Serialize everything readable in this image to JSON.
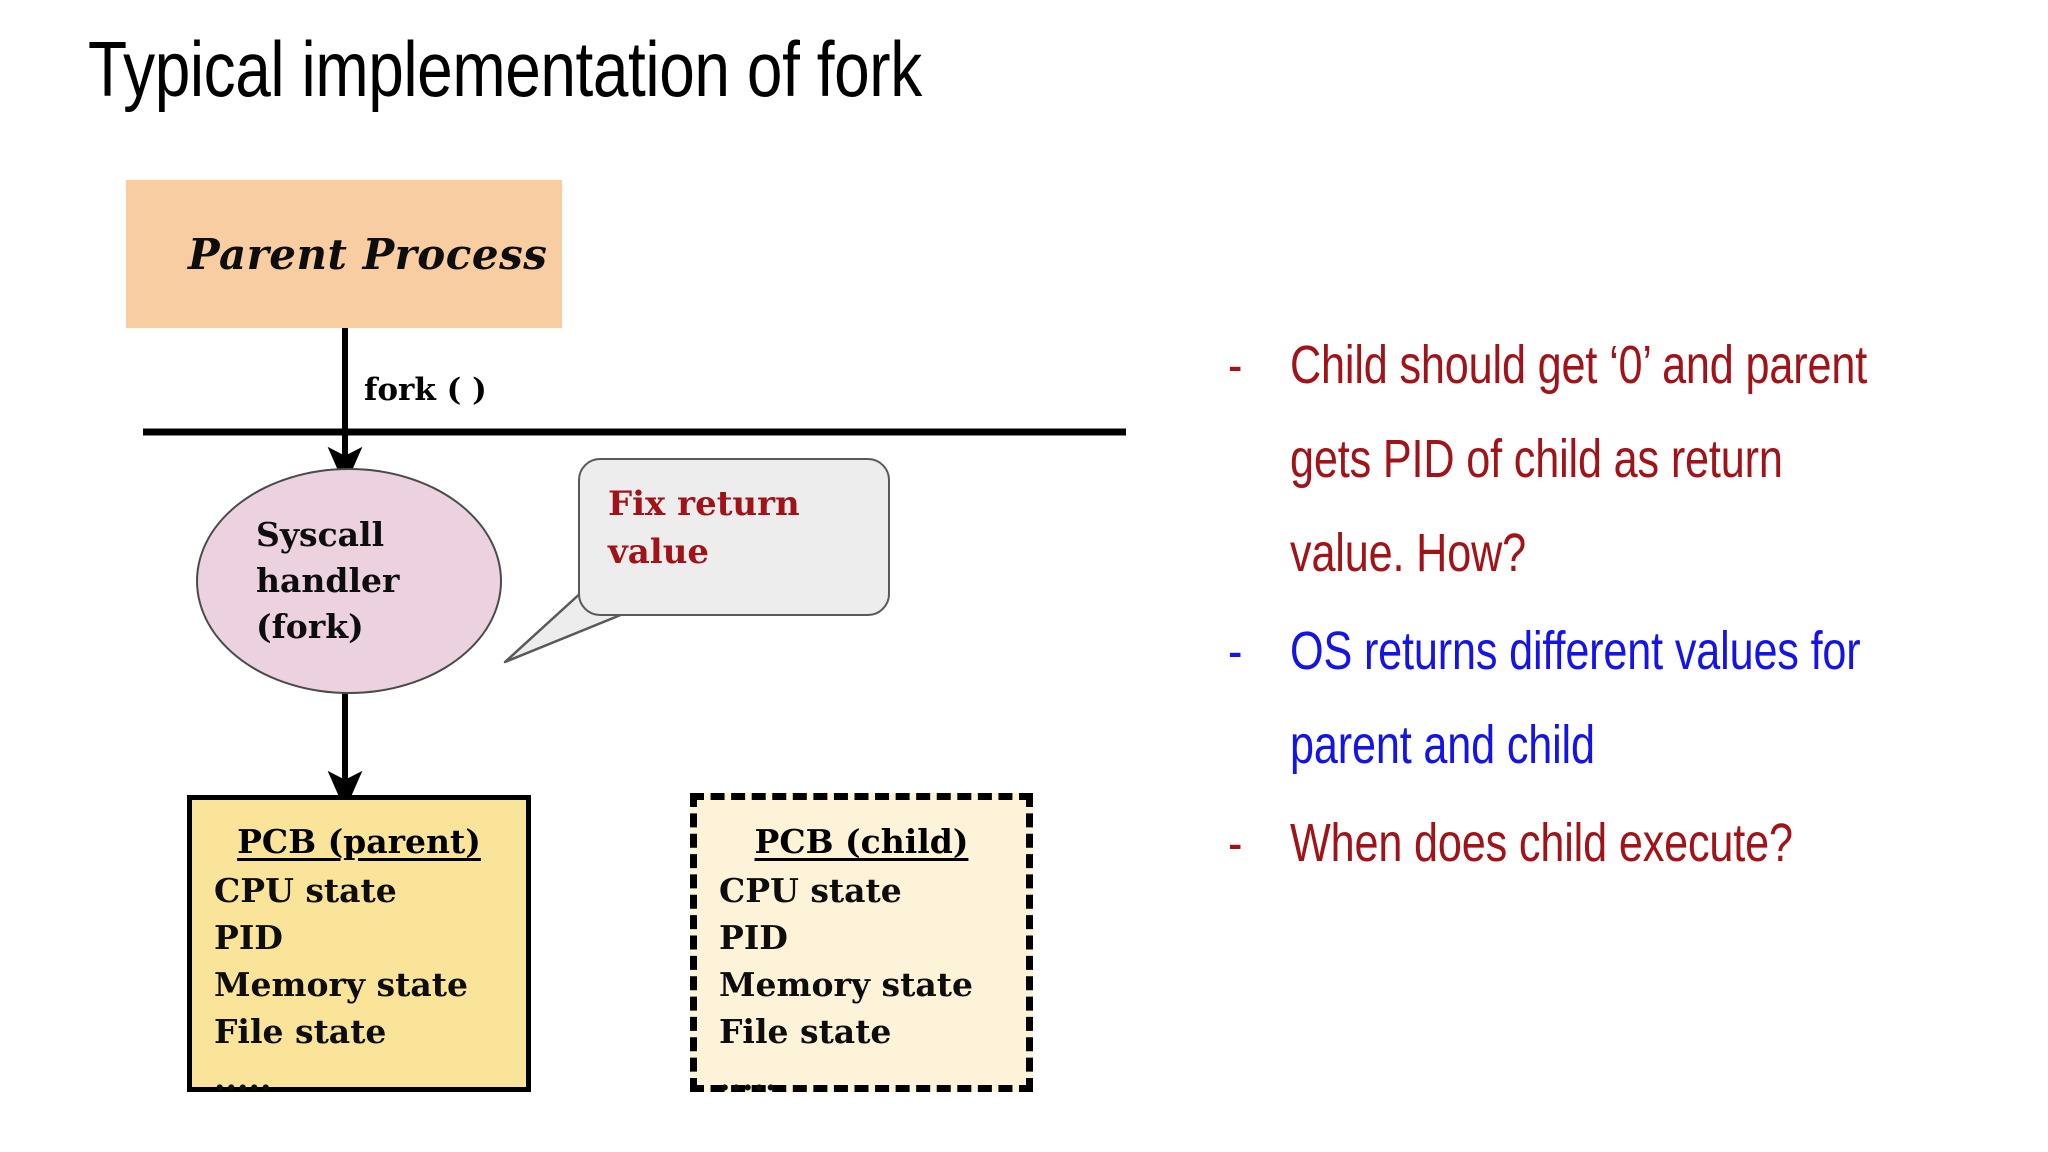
{
  "slide": {
    "title": "Typical implementation of fork",
    "title_color": "#000000",
    "background": "#ffffff"
  },
  "diagram": {
    "parent_process": {
      "label": "Parent Process",
      "fill": "#F8CDA2"
    },
    "fork_call_label": "fork ( )",
    "user_kernel_divider": {
      "description": "horizontal-boundary-line",
      "color": "#000000"
    },
    "syscall_handler": {
      "lines": [
        "Syscall",
        "handler",
        "(fork)"
      ],
      "fill": "#EBD2DE",
      "border": "#4a4a4a"
    },
    "callout": {
      "lines": [
        "Fix return",
        "value"
      ],
      "fill": "#EDEDED",
      "border": "#595959",
      "text_color": "#A01419"
    },
    "pcb_parent": {
      "title": "PCB (parent)",
      "items": [
        "CPU state",
        "PID",
        "Memory state",
        "File state",
        "....."
      ],
      "fill": "#FAE49A",
      "border_style": "solid",
      "border_color": "#000000"
    },
    "pcb_child": {
      "title": "PCB (child)",
      "items": [
        "CPU state",
        "PID",
        "Memory state",
        "File state",
        "....."
      ],
      "fill": "#FCF3D8",
      "border_style": "dashed",
      "border_color": "#000000"
    }
  },
  "bullets": [
    {
      "dash": "-",
      "text": "Child should get ‘0’ and parent gets PID of child as return value. How?",
      "color": "#A01419"
    },
    {
      "dash": "-",
      "text": "OS returns different values for parent and child",
      "color": "#1414E6"
    },
    {
      "dash": "-",
      "text": "When does child execute?",
      "color": "#A01419"
    }
  ]
}
